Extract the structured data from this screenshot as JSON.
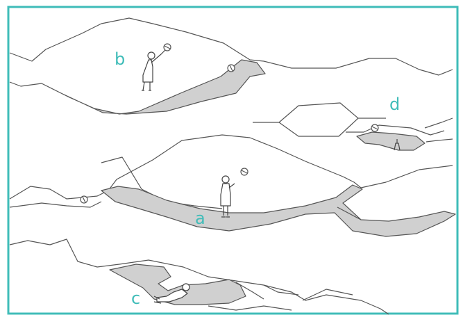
{
  "colors": {
    "border": "#3fbcb8",
    "label": "#3fbcb8",
    "outline": "#555555",
    "shade": "#d0d0d0",
    "background": "#ffffff"
  },
  "labels": {
    "a": "a",
    "b": "b",
    "c": "c",
    "d": "d"
  },
  "figures": [
    {
      "label": "a",
      "pose": "standing",
      "has_ball": true
    },
    {
      "label": "b",
      "pose": "standing-throwing",
      "has_ball": true
    },
    {
      "label": "c",
      "pose": "reclining",
      "has_ball": false
    },
    {
      "label": "d",
      "pose": "small-standing",
      "has_ball": true
    }
  ]
}
